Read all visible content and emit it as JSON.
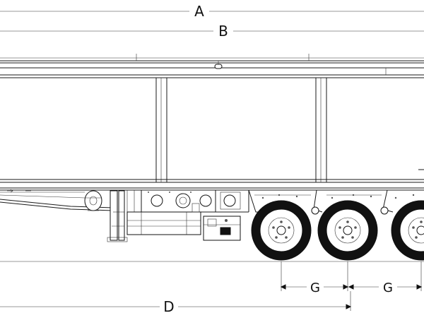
{
  "dimensions": {
    "a": "A",
    "b": "B",
    "d": "D",
    "g1": "G",
    "g2": "G"
  },
  "colors": {
    "line": "#1a1a1a",
    "tire": "#111111",
    "background": "#ffffff"
  }
}
